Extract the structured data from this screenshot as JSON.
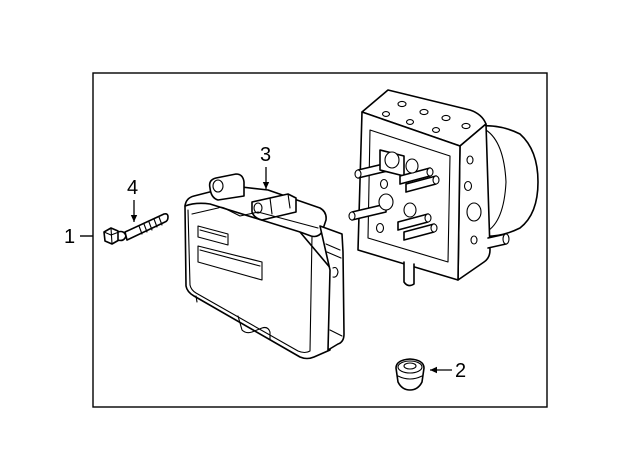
{
  "callouts": {
    "assembly": "1",
    "grommet": "2",
    "control_module": "3",
    "bolt": "4"
  }
}
